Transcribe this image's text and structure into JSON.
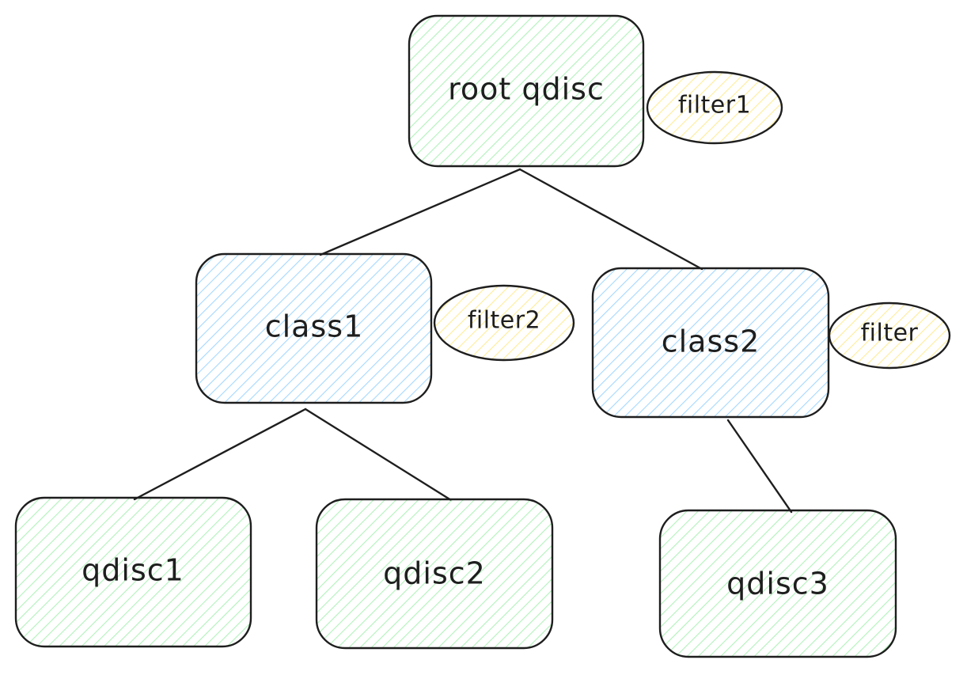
{
  "colors": {
    "qdisc_fill": "#b2f2bb",
    "class_fill": "#a5d8ff",
    "filter_fill": "#ffec99",
    "stroke": "#1e1e1e"
  },
  "nodes": {
    "root": "root qdisc",
    "class1": "class1",
    "class2": "class2",
    "qdisc1": "qdisc1",
    "qdisc2": "qdisc2",
    "qdisc3": "qdisc3"
  },
  "filters": {
    "filter1": "filter1",
    "filter2": "filter2",
    "filter3": "filter"
  }
}
